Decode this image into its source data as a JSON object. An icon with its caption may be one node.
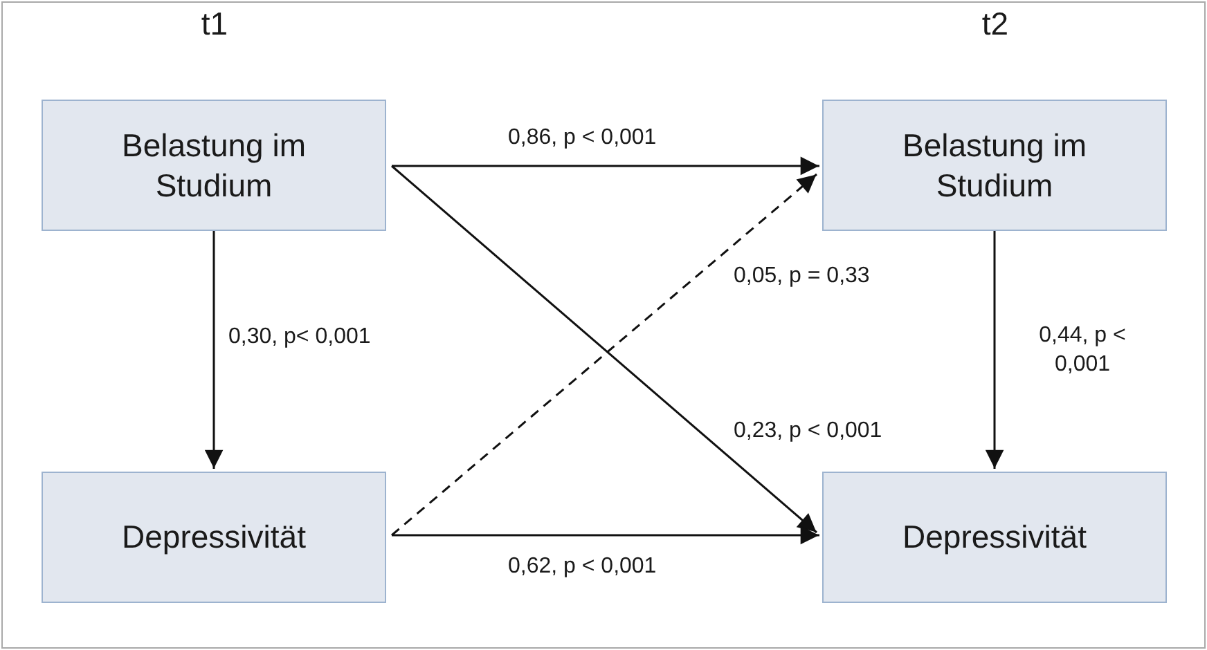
{
  "diagram": {
    "nodes": [
      {
        "text": [
          "Belastung im Studium"
        ]
      },
      {
        "text": [
          "Belastung im Studium"
        ]
      },
      {
        "text": [
          "Depressivität"
        ]
      },
      {
        "text": [
          "Depressivität"
        ]
      }
    ],
    "edges": [
      {
        "from": 0,
        "to": 1,
        "arrow": "to",
        "label": "0,86, p < 0,001"
      },
      {
        "from": 0,
        "to": 2,
        "arrow": "to",
        "label": "0,30, p< 0,001"
      },
      {
        "from": 0,
        "to": 3,
        "arrow": "to",
        "label": "0,23, p < 0,001"
      },
      {
        "from": 2,
        "to": 1,
        "arrow": "to",
        "style": "dashed",
        "label": "0,05, p = 0,33"
      },
      {
        "from": 1,
        "to": 3,
        "arrow": "to",
        "label": "0,44, p < 0,001"
      },
      {
        "from": 2,
        "to": 3,
        "arrow": "to",
        "label": "0,62, p < 0,001"
      }
    ],
    "labels": [
      "t1",
      "t2"
    ]
  }
}
